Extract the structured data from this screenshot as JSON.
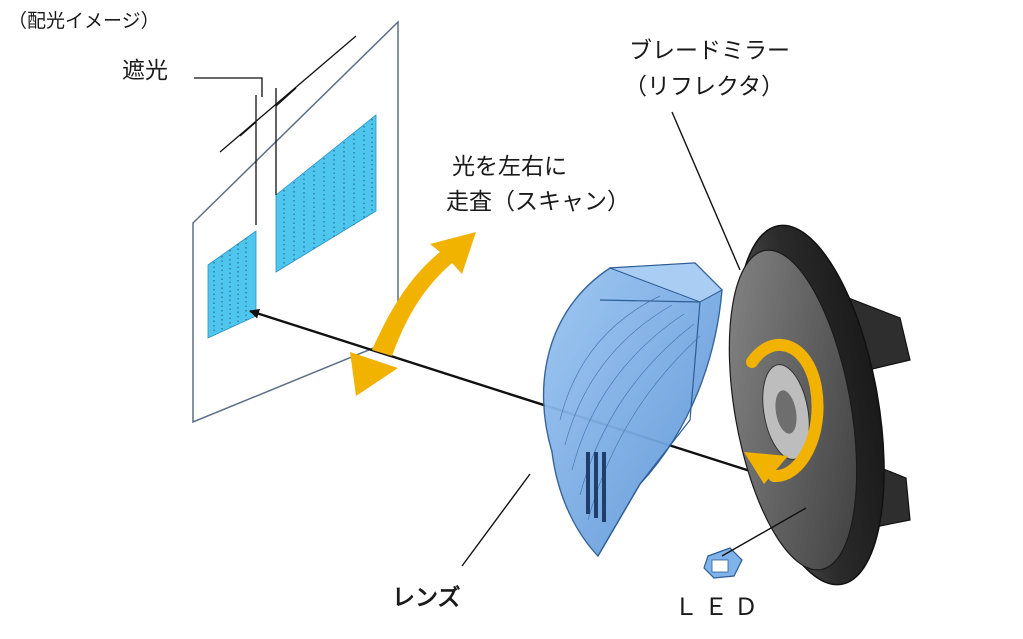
{
  "labels": {
    "image_caption": "（配光イメージ）",
    "shading": "遮光",
    "scan_line1": "光を左右に",
    "scan_line2": "走査（スキャン）",
    "mirror_line1": "ブレードミラー",
    "mirror_line2": "（リフレクタ）",
    "lens": "レンズ",
    "led": "ＬＥＤ"
  },
  "colors": {
    "scan_arrow": "#f2b200",
    "light_pattern": "#4fc6ee",
    "lens_body": "#7fb3ea",
    "mirror_body": "#2e2e2e",
    "leader_line": "#111111"
  }
}
